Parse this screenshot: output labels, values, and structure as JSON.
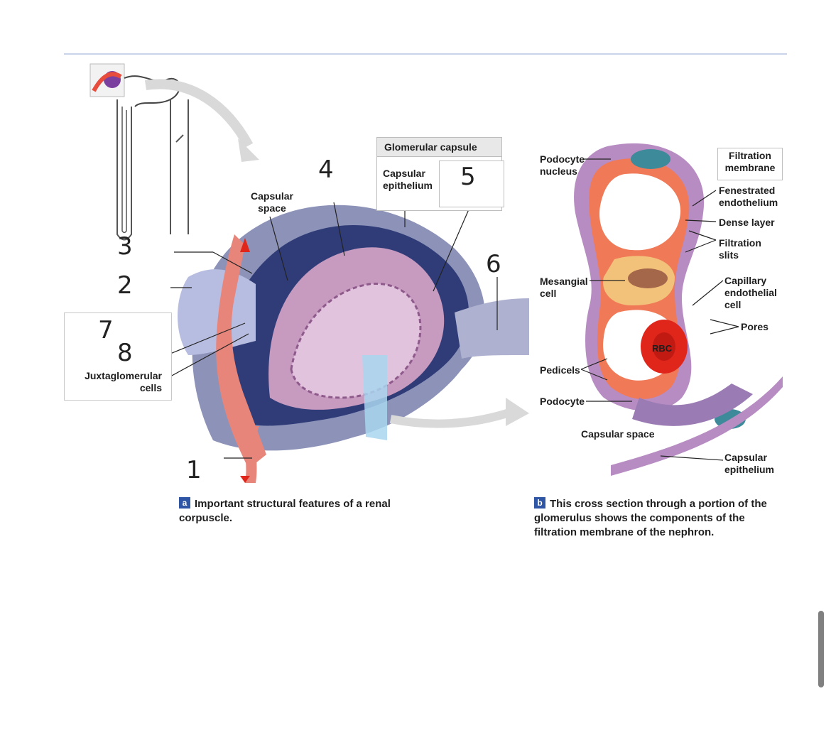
{
  "panel_a": {
    "header": "Glomerular capsule",
    "labels": {
      "capsular_epithelium": "Capsular epithelium",
      "capsular_space": "Capsular space",
      "juxtaglomerular": "Juxtaglomerular cells"
    },
    "handwritten": [
      "3",
      "2",
      "7",
      "8",
      "4",
      "5",
      "6",
      "1"
    ],
    "caption_tag": "a",
    "caption": "Important structural features of a renal corpuscle."
  },
  "panel_b": {
    "header": "Filtration membrane",
    "labels": {
      "podocyte_nucleus": "Podocyte nucleus",
      "fenestrated": "Fenestrated endothelium",
      "dense_layer": "Dense layer",
      "filtration_slits": "Filtration slits",
      "mesangial": "Mesangial cell",
      "capillary_endothelial": "Capillary endothelial cell",
      "pores": "Pores",
      "rbc": "RBC",
      "pedicels": "Pedicels",
      "podocyte": "Podocyte",
      "capsular_space": "Capsular space",
      "capsular_epithelium": "Capsular epithelium"
    },
    "caption_tag": "b",
    "caption": "This cross section through a portion of the glomerulus shows the components of the filtration membrane of the nephron."
  },
  "colors": {
    "accent_blue": "#2e56a5",
    "background_panel_b": "#fbf3cc",
    "arteriole": "#e8857b",
    "capsule": "#8d93b8",
    "podocyte": "#c79ac0"
  }
}
